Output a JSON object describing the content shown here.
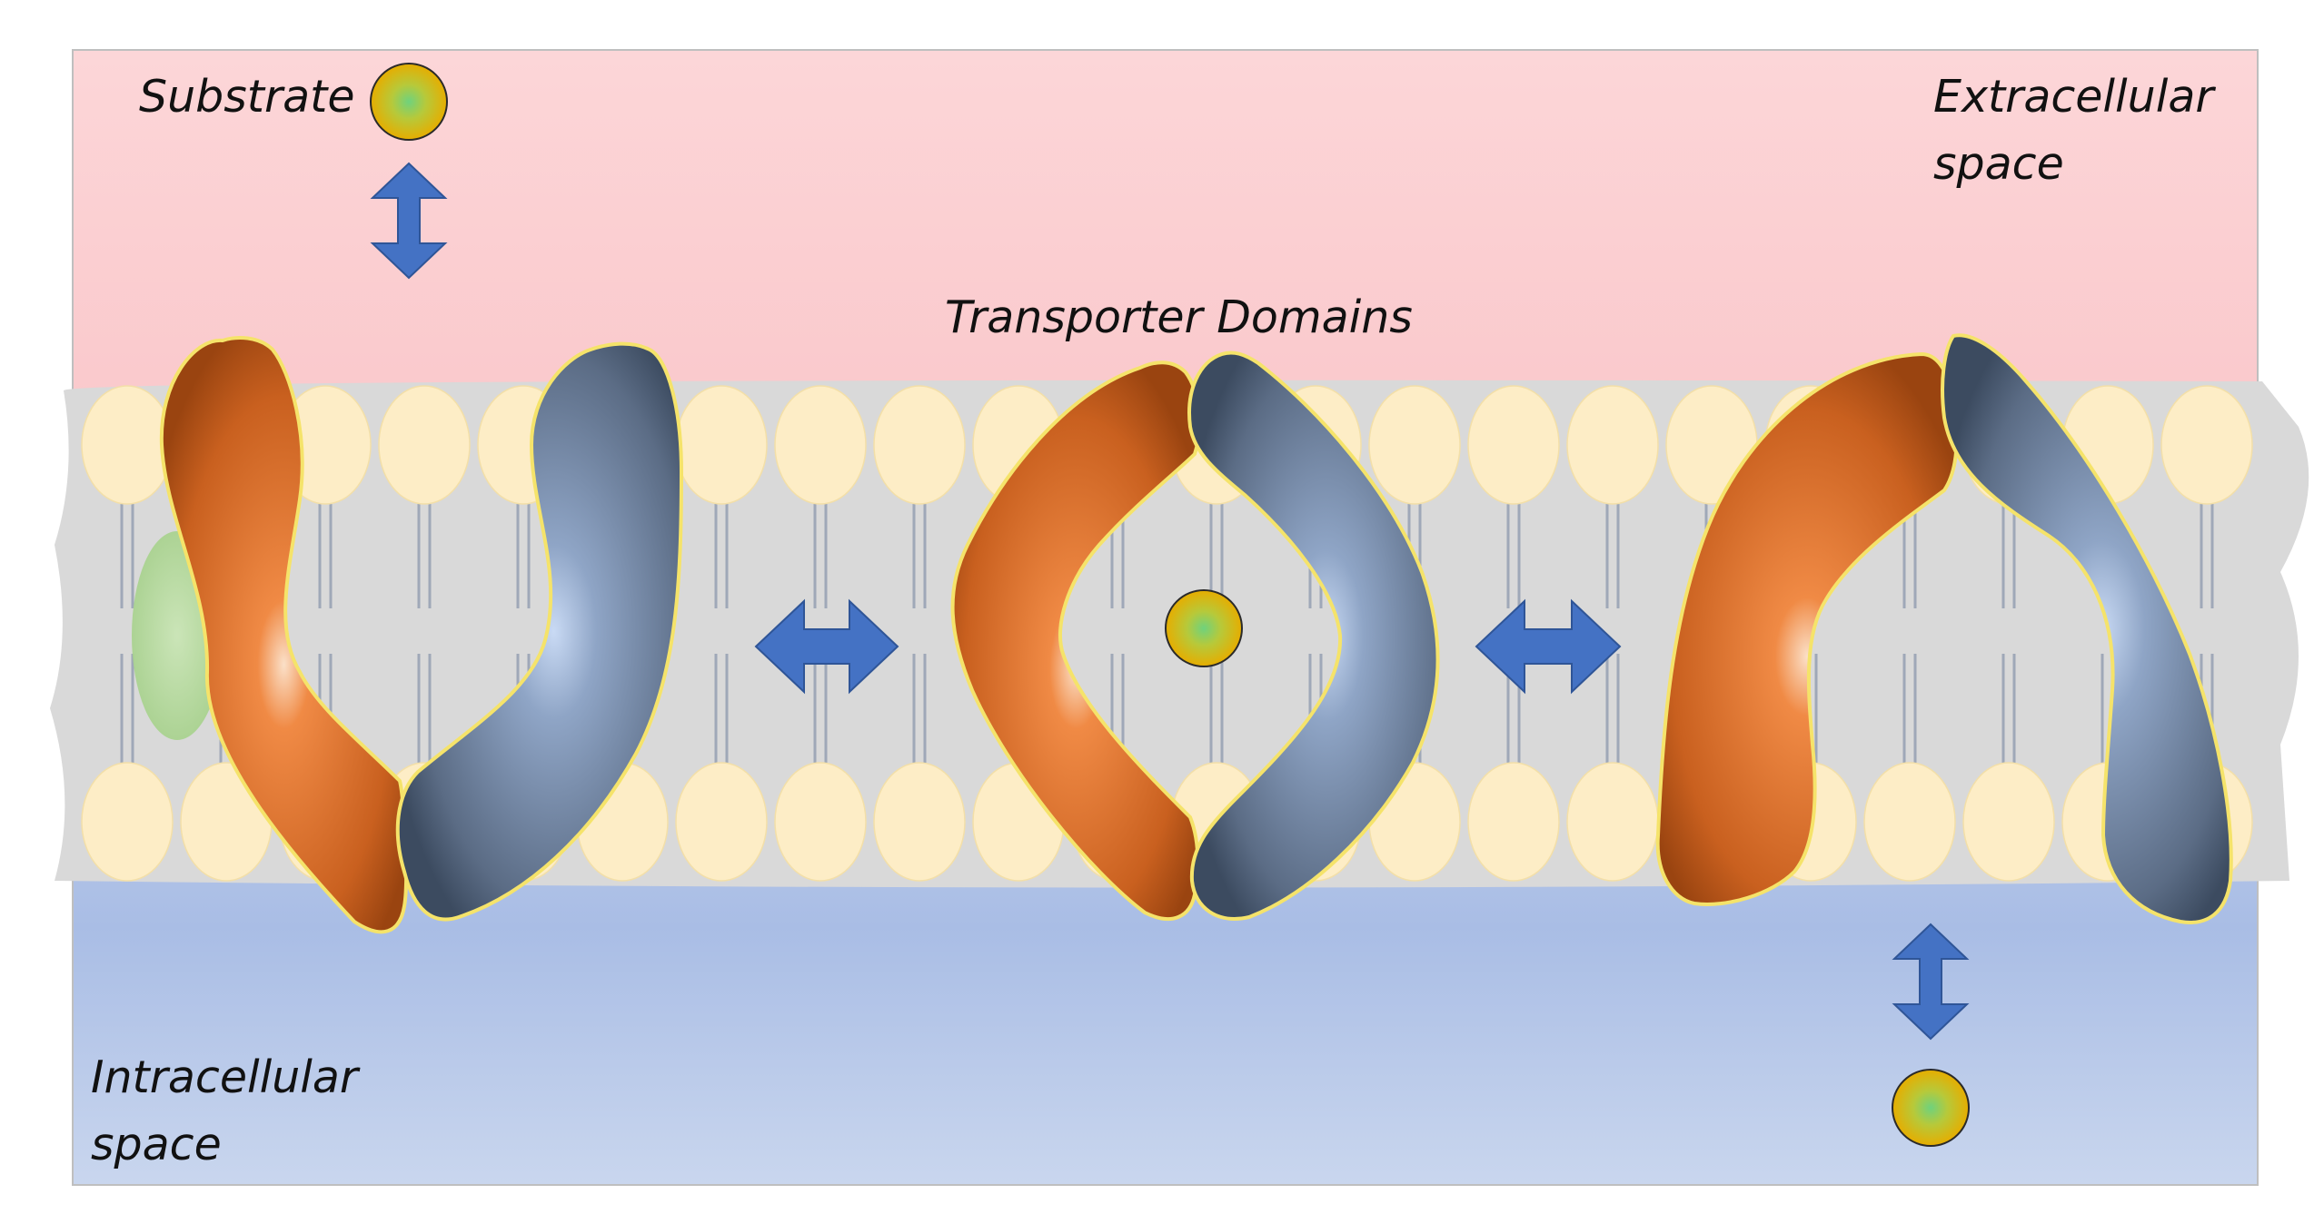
{
  "labels": {
    "substrate": "Substrate",
    "extracellular_line1": "Extracellular",
    "extracellular_line2": "space",
    "transporter_domains": "Transporter Domains",
    "intracellular_line1": "Intracellular",
    "intracellular_line2": "space"
  },
  "colors": {
    "extracellular_bg": "#fbc9cc",
    "intracellular_bg": "#aec0e6",
    "membrane": "#d9d9d9",
    "lipid_head": "#fdedc6",
    "domain_orange": "#d8692a",
    "domain_slate": "#6e809a",
    "arrow": "#4472c4",
    "substrate": "#e0b300"
  },
  "states": [
    "outward-open",
    "occluded",
    "inward-open"
  ],
  "icons": [
    "double-arrow-vertical-icon",
    "double-arrow-horizontal-icon",
    "substrate-molecule-icon"
  ]
}
